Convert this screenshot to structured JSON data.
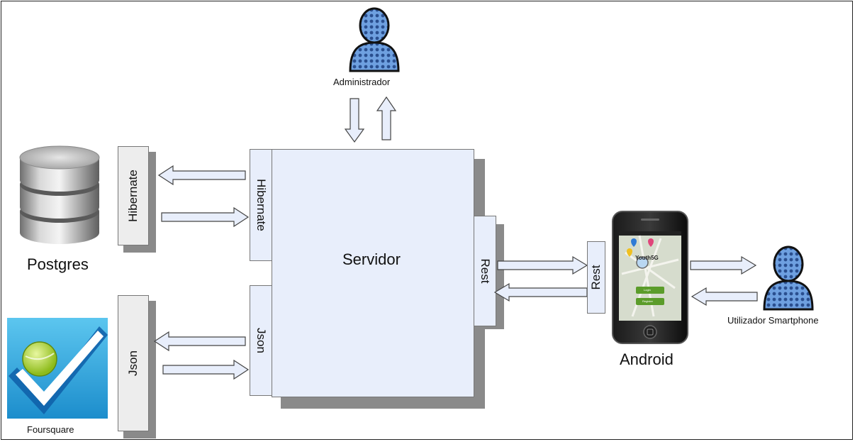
{
  "nodes": {
    "administrador": "Administrador",
    "postgres": "Postgres",
    "foursquare": "Foursquare",
    "servidor": "Servidor",
    "android": "Android",
    "utilizador": "Utilizador Smartphone"
  },
  "layers": {
    "hibernate_db": "Hibernate",
    "hibernate_server": "Hibernate",
    "json_fs": "Json",
    "json_server": "Json",
    "rest_server": "Rest",
    "rest_android": "Rest"
  },
  "phone_screen": {
    "app_name": "Youth5G",
    "login_button": "Login",
    "register_button": "Register"
  },
  "colors": {
    "box_fill": "#e8eefb",
    "shadow": "#8a8a8a",
    "arrow_fill": "#e8eefb",
    "person_blue": "#5b8fd6"
  }
}
